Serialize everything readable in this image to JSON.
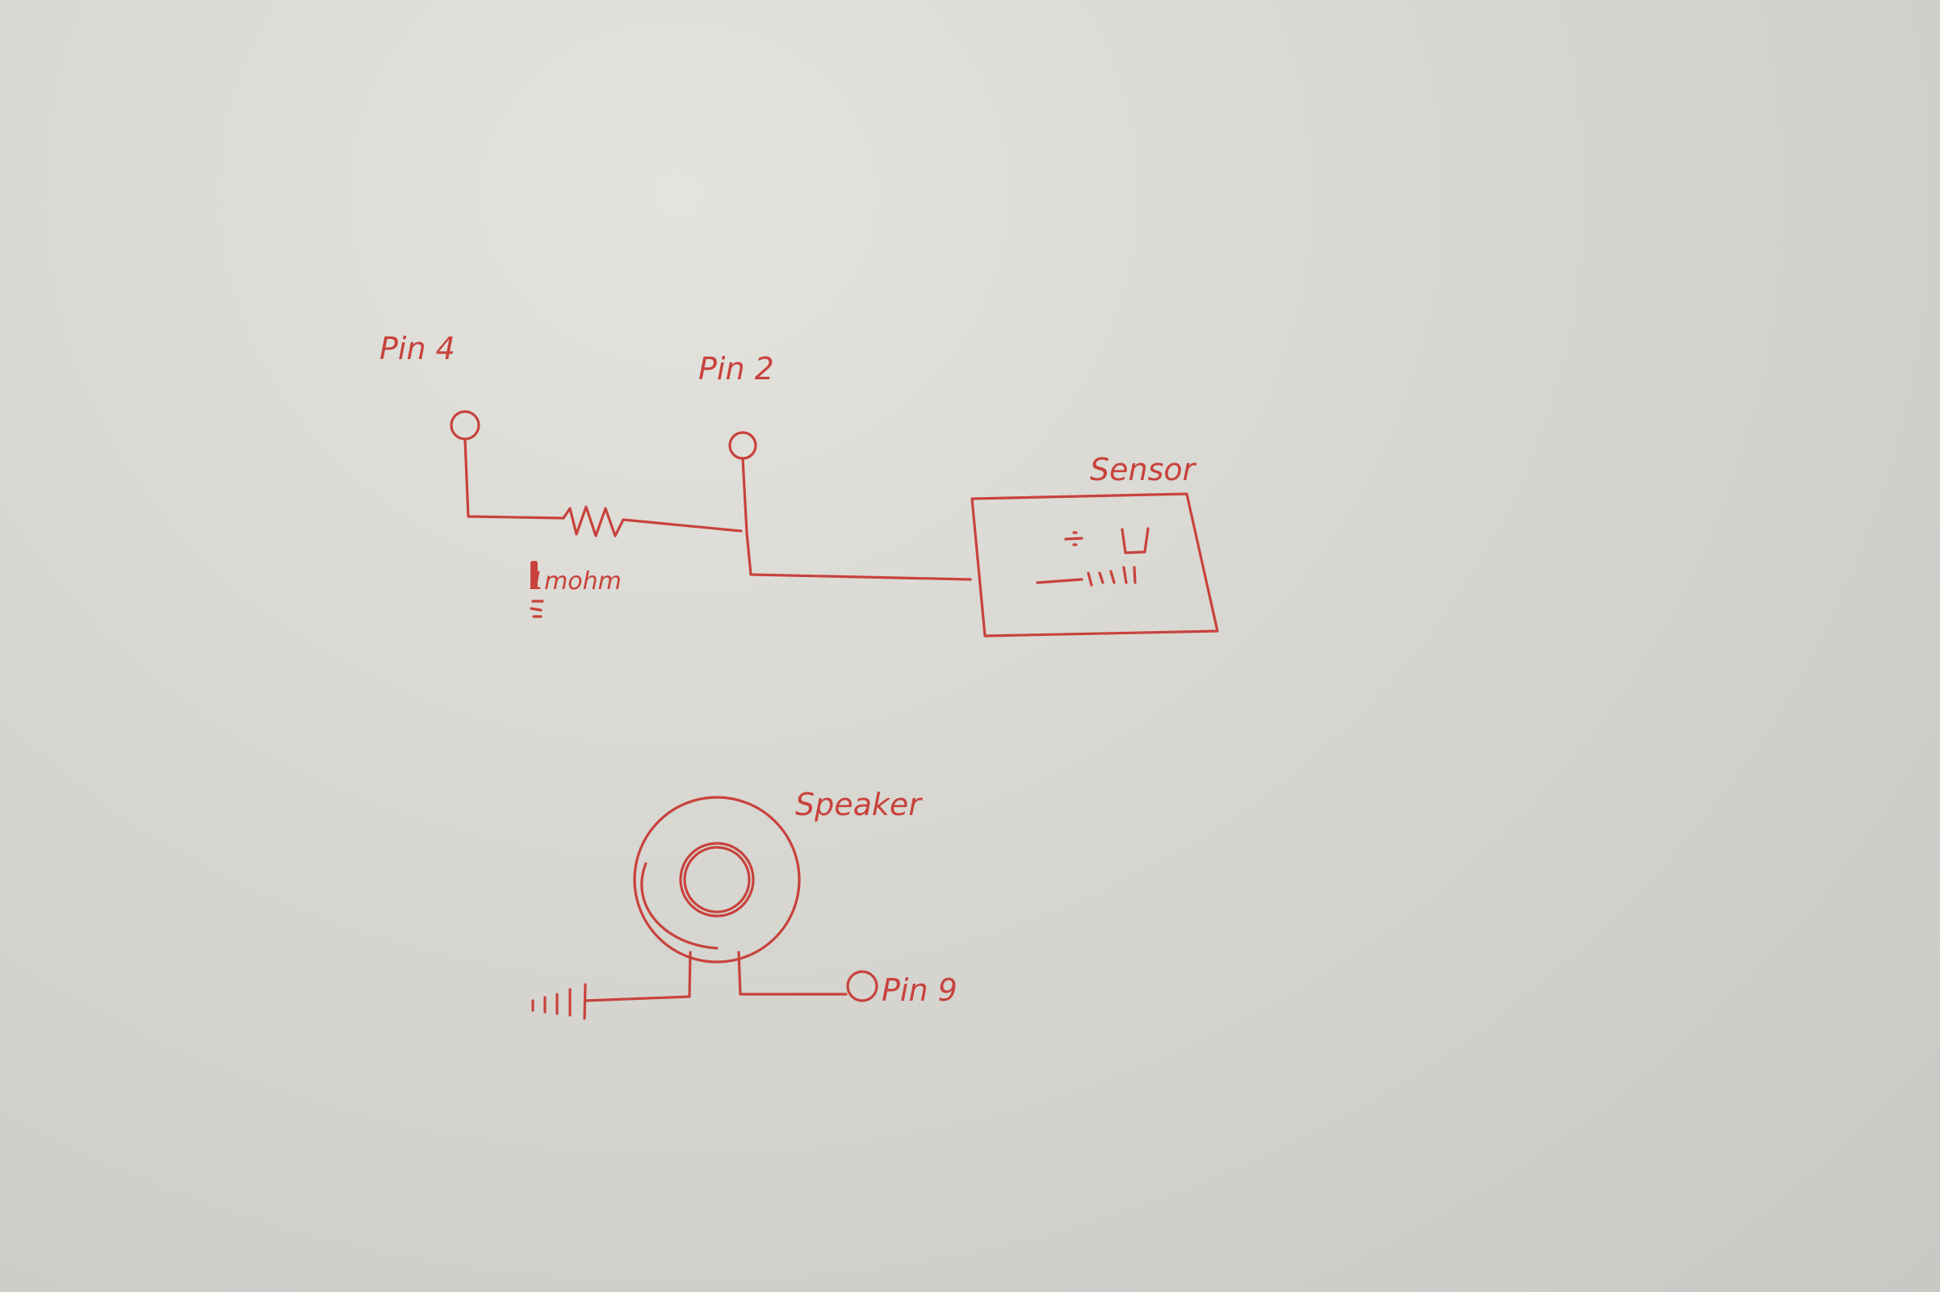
{
  "diagram": {
    "labels": {
      "pin4": "Pin 4",
      "pin2": "Pin 2",
      "pin9": "Pin 9",
      "sensor": "Sensor",
      "speaker": "Speaker",
      "resistor_value": "1mohm"
    },
    "ink_color": "#c8423c",
    "paper_color": "#d7d6d1"
  }
}
